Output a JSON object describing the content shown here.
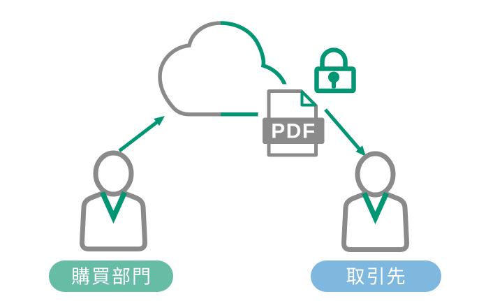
{
  "labels": {
    "left_pill": "購買部門",
    "right_pill": "取引先",
    "file_badge": "PDF"
  },
  "icons": {
    "cloud": "cloud-icon",
    "file": "pdf-file-icon",
    "security": "lock-icon",
    "left_figure": "person-icon",
    "right_figure": "person-icon",
    "upload": "arrow-up-right-icon",
    "download": "arrow-down-right-icon"
  },
  "colors": {
    "accent_green": "#009673",
    "outline_gray": "#8A8A8A",
    "left_pill_fill": "#66BCA4",
    "right_pill_fill": "#7FB8DE",
    "banner_fill": "#8A8A8A",
    "label_text": "#FFFFFF"
  }
}
